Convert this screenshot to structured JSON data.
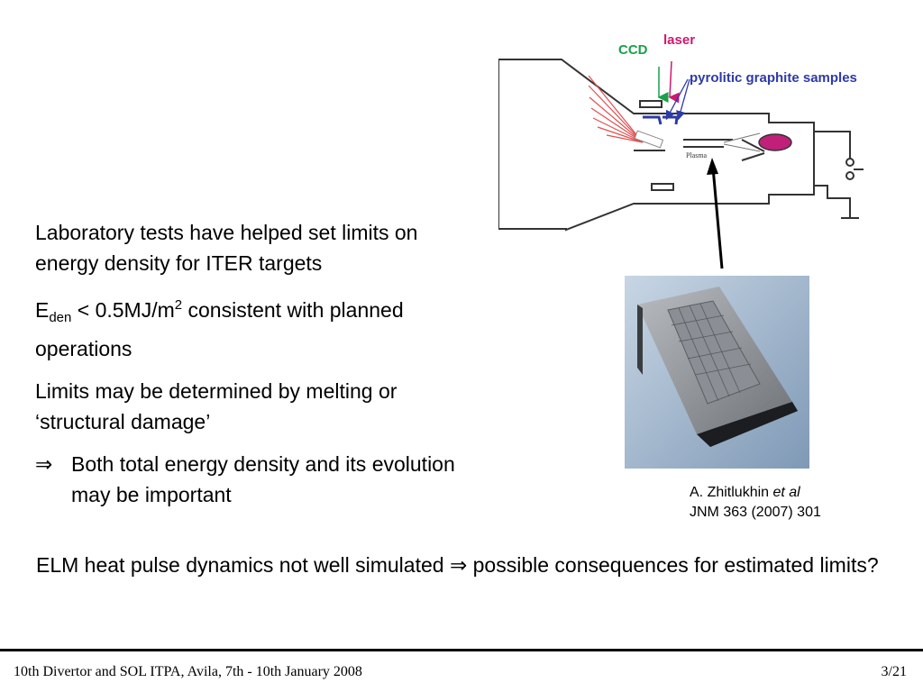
{
  "diagram": {
    "ccd_label": "CCD",
    "laser_label": "laser",
    "samples_label": "pyrolitic graphite samples",
    "plasma_label": "Plasma",
    "colors": {
      "ccd": "#1aa04a",
      "laser": "#d0186e",
      "samples": "#2e3aa8",
      "magenta_blob": "#c0207a"
    }
  },
  "bullets": {
    "b1": "Laboratory tests have helped set limits on energy density for ITER targets",
    "b2_e": "E",
    "b2_sub": "den",
    "b2_mid": " < 0.5MJ/m",
    "b2_sup": "2",
    "b2_rest": " consistent with planned operations",
    "b3": "Limits may be determined by melting or ‘structural damage’",
    "implies_symbol": "⇒",
    "b4": "Both total energy density and its evolution may be important"
  },
  "citation": {
    "author": "A. Zhitlukhin ",
    "etal": "et al",
    "ref": "JNM 363 (2007) 301"
  },
  "elm": {
    "part1": "ELM heat pulse dynamics not well simulated ",
    "symbol": "⇒",
    "part2": " possible consequences for estimated limits?"
  },
  "footer": {
    "left": "10th Divertor and SOL ITPA, Avila, 7th - 10th January 2008",
    "right": "3/21"
  }
}
